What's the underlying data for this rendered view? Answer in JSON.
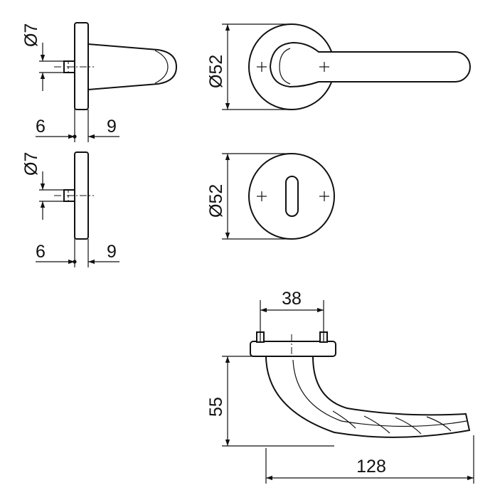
{
  "dimensions": {
    "top_spindle_diameter": "Ø7",
    "top_left_offset": "6",
    "top_right_offset": "9",
    "rose_diameter": "Ø52",
    "mid_spindle_diameter": "Ø7",
    "mid_left_offset": "6",
    "mid_right_offset": "9",
    "escutcheon_diameter": "Ø52",
    "screw_spacing": "38",
    "handle_height": "55",
    "handle_length": "128"
  }
}
